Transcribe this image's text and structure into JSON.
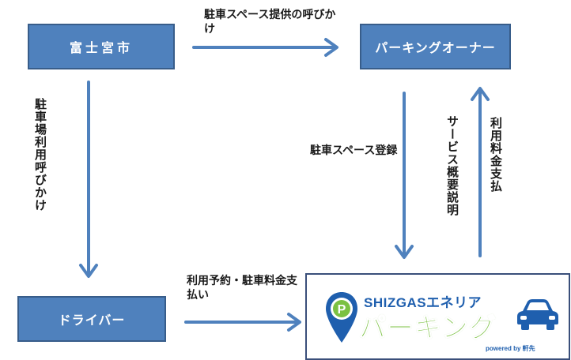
{
  "nodes": {
    "city": "富士宮市",
    "owner": "パーキングオーナー",
    "driver": "ドライバー"
  },
  "edges": {
    "offer": "駐車スペース提供の呼びかけ",
    "call_drivers": "駐車場利用呼びかけ",
    "register": "駐車スペース登録",
    "service_explain": "サービス概要説明",
    "fee_payment": "利用料金支払",
    "reserve": "利用予約・駐車料金支払い"
  },
  "logo": {
    "brand": "SHIZGASエネリア",
    "main": "パーキング",
    "sub": "powered by 軒先",
    "pin_letter": "P"
  },
  "colors": {
    "node_fill": "#4f81bd",
    "node_border": "#385d8a",
    "arrow": "#4f81bd",
    "logo_green": "#7bc142",
    "logo_blue": "#1f5fae"
  }
}
